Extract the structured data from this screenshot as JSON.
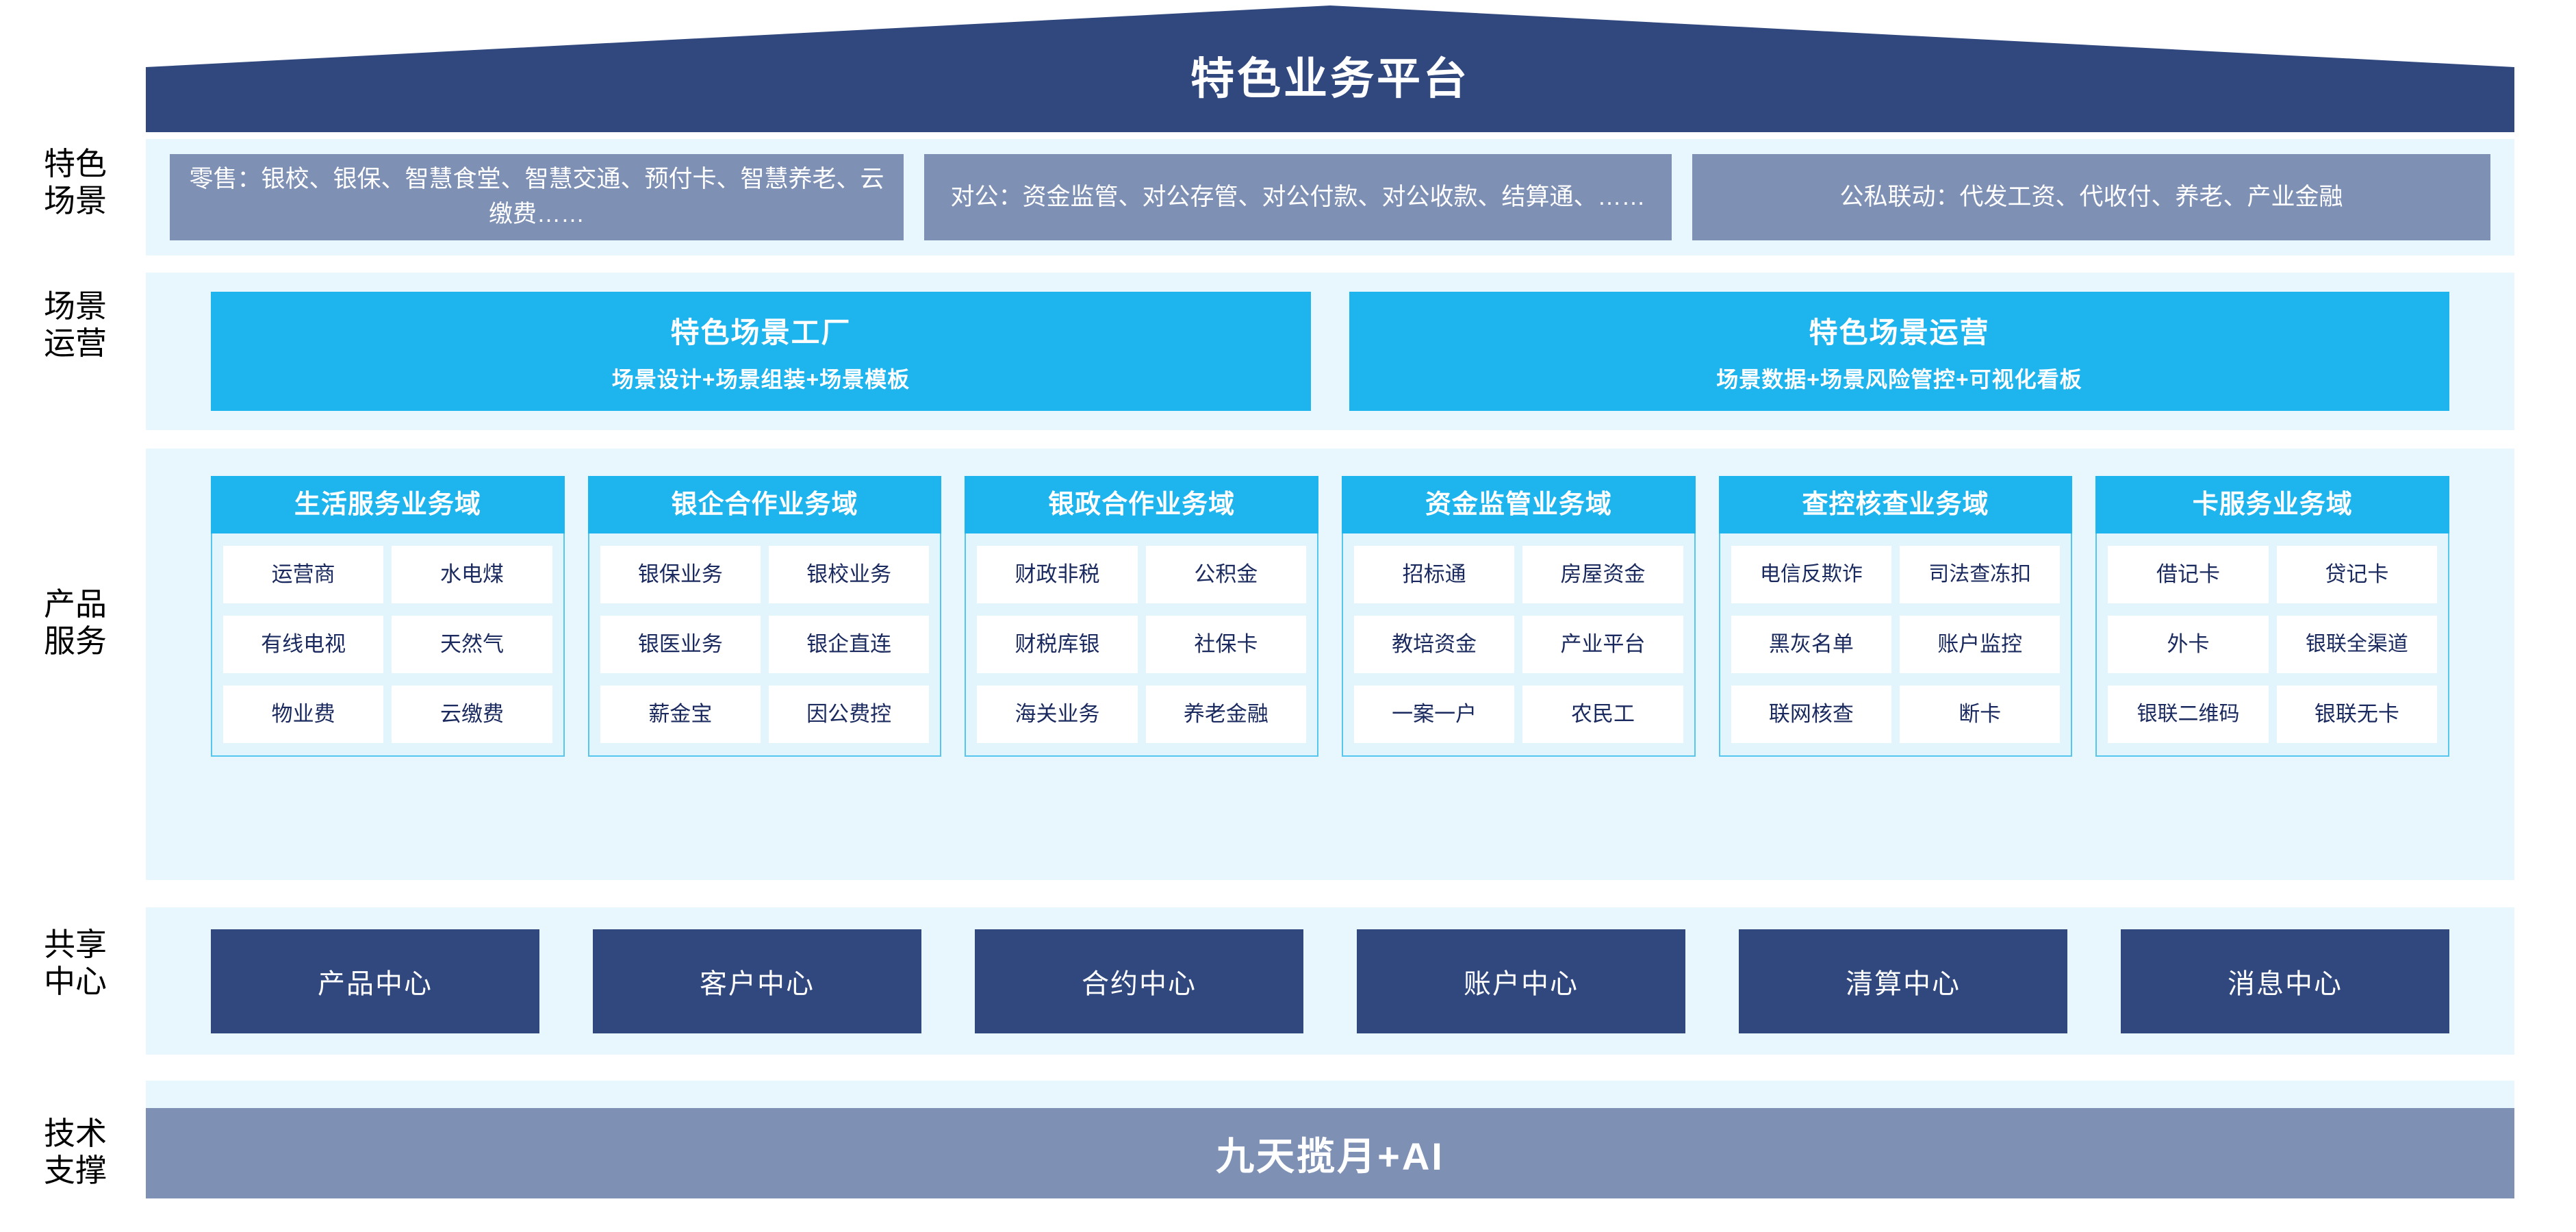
{
  "title": "特色业务平台",
  "row_labels": {
    "scenario": [
      "特色",
      "场景"
    ],
    "operation": [
      "场景",
      "运营"
    ],
    "product": [
      "产品",
      "服务"
    ],
    "shared": [
      "共享",
      "中心"
    ],
    "tech": [
      "技术",
      "支撑"
    ]
  },
  "scenarios": [
    {
      "name": "retail",
      "text": "零售：银校、银保、智慧食堂、智慧交通、预付卡、智慧养老、云缴费……"
    },
    {
      "name": "corporate",
      "text": "对公：资金监管、对公存管、对公付款、对公收款、结算通、……"
    },
    {
      "name": "public-private",
      "text": "公私联动：代发工资、代收付、养老、产业金融"
    }
  ],
  "operations": [
    {
      "name": "scene-factory",
      "title": "特色场景工厂",
      "sub": "场景设计+场景组装+场景模板"
    },
    {
      "name": "scene-operation",
      "title": "特色场景运营",
      "sub": "场景数据+场景风险管控+可视化看板"
    }
  ],
  "domains": [
    {
      "name": "life-service",
      "header": "生活服务业务域",
      "cells": [
        "运营商",
        "水电煤",
        "有线电视",
        "天然气",
        "物业费",
        "云缴费"
      ]
    },
    {
      "name": "bank-enterprise",
      "header": "银企合作业务域",
      "cells": [
        "银保业务",
        "银校业务",
        "银医业务",
        "银企直连",
        "薪金宝",
        "因公费控"
      ]
    },
    {
      "name": "bank-government",
      "header": "银政合作业务域",
      "cells": [
        "财政非税",
        "公积金",
        "财税库银",
        "社保卡",
        "海关业务",
        "养老金融"
      ]
    },
    {
      "name": "fund-supervision",
      "header": "资金监管业务域",
      "cells": [
        "招标通",
        "房屋资金",
        "教培资金",
        "产业平台",
        "一案一户",
        "农民工"
      ]
    },
    {
      "name": "investigation-control",
      "header": "查控核查业务域",
      "cells": [
        "电信\n反欺诈",
        "司法\n查冻扣",
        "黑灰名单",
        "账户监控",
        "联网核查",
        "断卡"
      ]
    },
    {
      "name": "card-service",
      "header": "卡服务业务域",
      "cells": [
        "借记卡",
        "贷记卡",
        "外卡",
        "银联\n全渠道",
        "银联\n二维码",
        "银联无卡"
      ]
    }
  ],
  "shared_centers": [
    {
      "name": "product-center",
      "label": "产品中心"
    },
    {
      "name": "customer-center",
      "label": "客户中心"
    },
    {
      "name": "contract-center",
      "label": "合约中心"
    },
    {
      "name": "account-center",
      "label": "账户中心"
    },
    {
      "name": "clearing-center",
      "label": "清算中心"
    },
    {
      "name": "message-center",
      "label": "消息中心"
    }
  ],
  "tech_support": {
    "label": "九天揽月+AI"
  },
  "colors": {
    "roof": "#31487f",
    "scenario_box": "#7f90b5",
    "operation_box": "#1eb4ed",
    "domain_header": "#1eb4ed",
    "domain_body": "#e2f4fc",
    "domain_border": "#56c6ef",
    "panel_bg": "#e8f6fd",
    "shared_box": "#31487f",
    "tech_bar": "#7f90b5",
    "cell_text": "#1b2a5e"
  }
}
